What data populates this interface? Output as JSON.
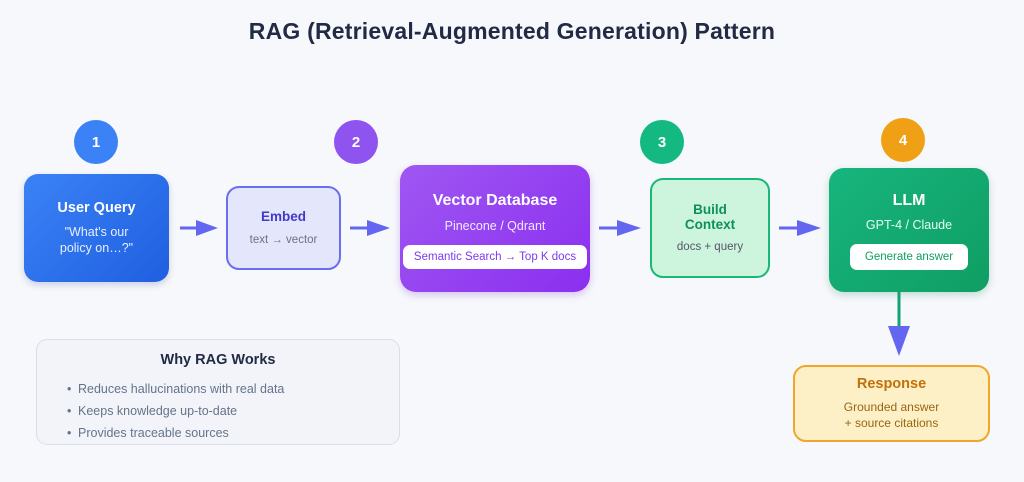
{
  "title": "RAG (Retrieval-Augmented Generation) Pattern",
  "colors": {
    "background": "#f7f8fc",
    "arrow": "#6366f1",
    "vertical_arrow_line": "#13a273",
    "step1": "#3b82f6",
    "step2": "#8f53f0",
    "step3": "#13b981",
    "step4": "#f0a015",
    "embed_border": "#6b6ef0",
    "context_border": "#19b877",
    "response_border": "#f0a62a"
  },
  "steps": [
    {
      "number": "1"
    },
    {
      "number": "2"
    },
    {
      "number": "3"
    },
    {
      "number": "4"
    }
  ],
  "nodes": {
    "user_query": {
      "title": "User Query",
      "subtitle": "\"What's our\npolicy on…?\""
    },
    "embed": {
      "title": "Embed",
      "subtitle": "text → vector"
    },
    "vector_database": {
      "title": "Vector Database",
      "subtitle": "Pinecone / Qdrant",
      "pill": "Semantic Search → Top K docs"
    },
    "build_context": {
      "title": "Build\nContext",
      "subtitle": "docs + query"
    },
    "llm": {
      "title": "LLM",
      "subtitle": "GPT-4 / Claude",
      "pill": "Generate answer"
    },
    "response": {
      "title": "Response",
      "subtitle": "Grounded answer\n+ source citations"
    }
  },
  "info_box": {
    "title": "Why RAG Works",
    "bullets": [
      "Reduces hallucinations with real data",
      "Keeps knowledge up-to-date",
      "Provides traceable sources"
    ]
  }
}
